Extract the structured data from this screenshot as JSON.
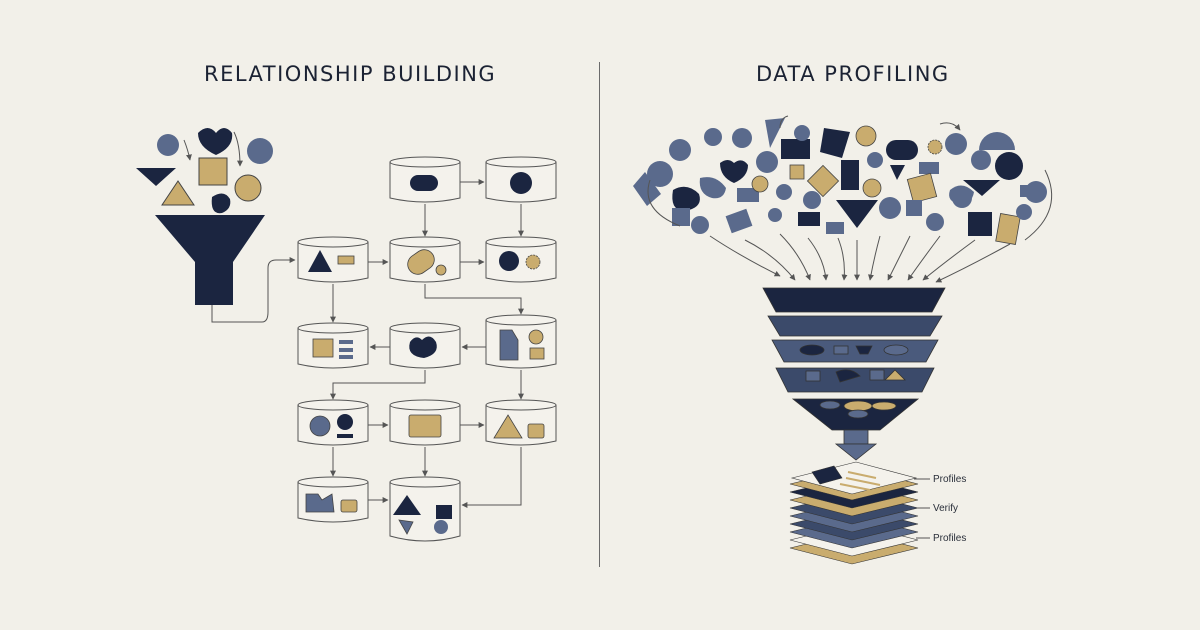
{
  "left_panel": {
    "title": "RELATIONSHIP BUILDING"
  },
  "right_panel": {
    "title": "DATA PROFILING",
    "stack_labels": [
      "Profiles",
      "Verify",
      "Profiles"
    ]
  },
  "colors": {
    "navy": "#1b2540",
    "slate": "#5a6a8c",
    "gold": "#c9ac6e",
    "background": "#f2f0e9",
    "line": "#444444"
  }
}
